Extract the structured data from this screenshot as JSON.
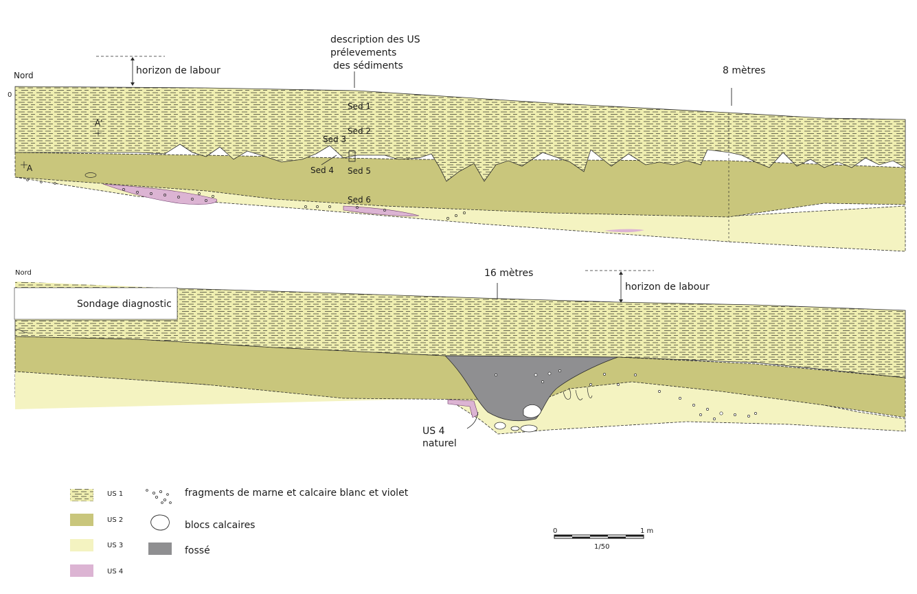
{
  "colors": {
    "us1": "#efeeb0",
    "us2": "#c9c67c",
    "us3": "#f4f3c1",
    "us4": "#dcb4d3",
    "fosse": "#8f8f91",
    "line": "#2a2a2a"
  },
  "upper_section": {
    "nord": "Nord",
    "zero": "0",
    "horizon": "horizon de labour",
    "desc_line1": "description des US",
    "desc_line2": "prélevements",
    "desc_line3": "des sédiments",
    "metres": "8 mètres",
    "a_prime": "A'",
    "a": "A",
    "sed1": "Sed 1",
    "sed2": "Sed 2",
    "sed3": "Sed 3",
    "sed4": "Sed 4",
    "sed5": "Sed 5",
    "sed6": "Sed 6"
  },
  "lower_section": {
    "nord": "Nord",
    "sondage": "Sondage diagnostic",
    "metres": "16 mètres",
    "horizon": "horizon de labour",
    "us4_line1": "US 4",
    "us4_line2": "naturel"
  },
  "legend": {
    "us1": "US 1",
    "us2": "US 2",
    "us3": "US 3",
    "us4": "US 4",
    "fragments": "fragments de marne et calcaire blanc et violet",
    "blocs": "blocs calcaires",
    "fosse": "fossé"
  },
  "scale": {
    "zero": "0",
    "one": "1 m",
    "ratio": "1/50"
  }
}
